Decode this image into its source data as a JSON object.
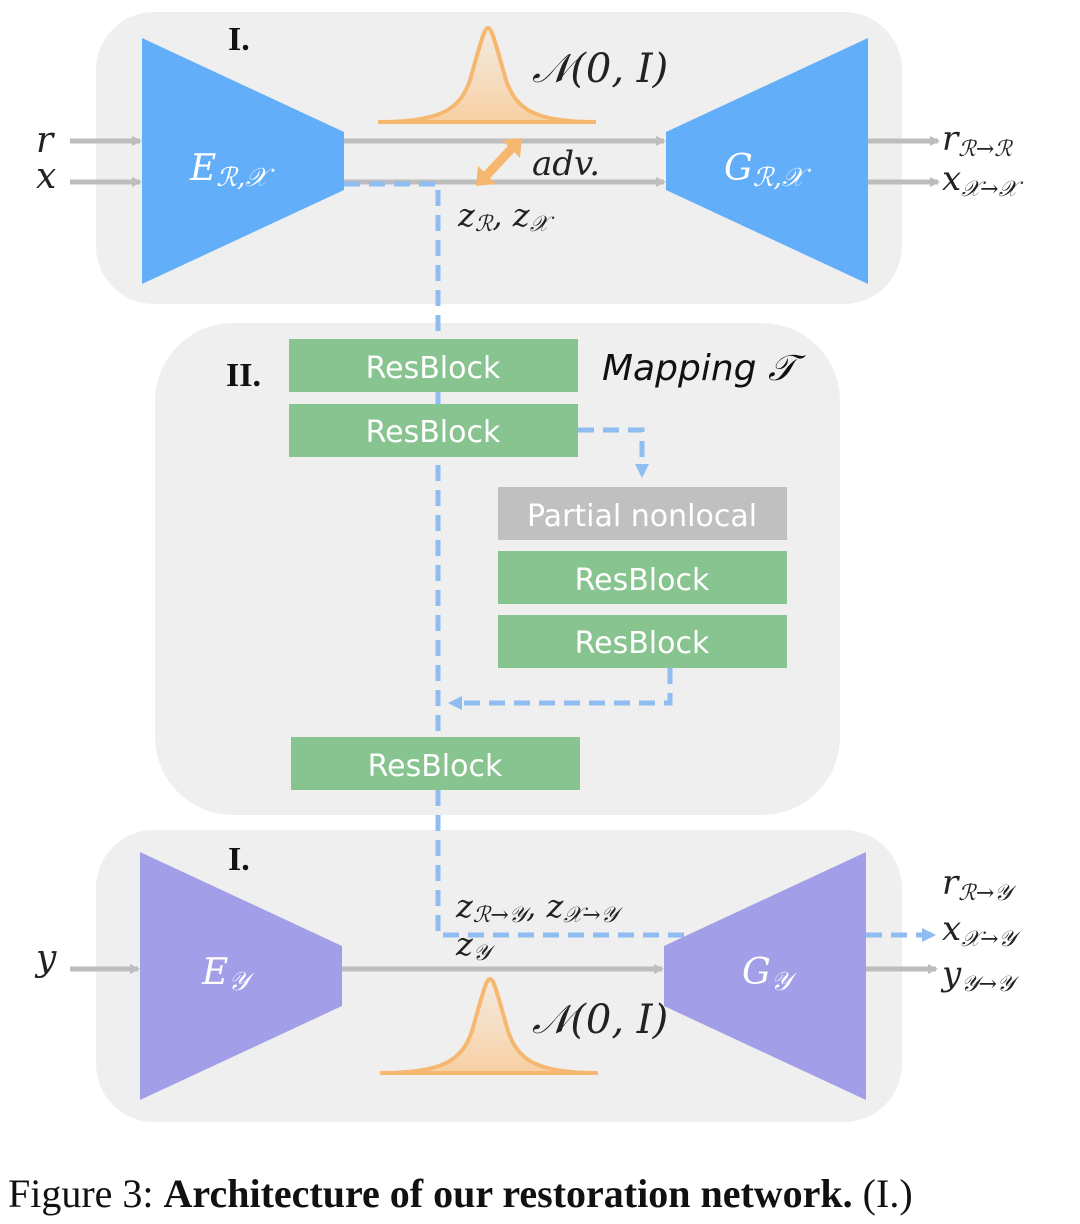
{
  "top_section": {
    "label": "I.",
    "distribution": "𝒩(0, I)",
    "encoder": "E",
    "encoder_sub": "ℛ,𝒳",
    "generator": "G",
    "generator_sub": "ℛ,𝒳",
    "input_r": "r",
    "input_x": "x",
    "adv": "adv.",
    "latent": "z",
    "latent_sub1": "ℛ",
    "latent_sep": ", z",
    "latent_sub2": "𝒳",
    "output_r": "r",
    "output_r_sub": "ℛ→ℛ",
    "output_x": "x",
    "output_x_sub": "𝒳→𝒳"
  },
  "mapping_section": {
    "label": "II.",
    "title": "Mapping 𝒯",
    "block1": "ResBlock",
    "block2": "ResBlock",
    "nonlocal": "Partial nonlocal",
    "block3": "ResBlock",
    "block4": "ResBlock",
    "block5": "ResBlock"
  },
  "bottom_section": {
    "label": "I.",
    "distribution": "𝒩(0, I)",
    "encoder": "E",
    "encoder_sub": "𝒴",
    "generator": "G",
    "generator_sub": "𝒴",
    "input_y": "y",
    "mapped_z1": "z",
    "mapped_sub1": "ℛ→𝒴",
    "mapped_sep": ", z",
    "mapped_sub2": "𝒳→𝒴",
    "latent": "z",
    "latent_sub": "𝒴",
    "output_r": "r",
    "output_r_sub": "ℛ→𝒴",
    "output_x": "x",
    "output_x_sub": "𝒳→𝒴",
    "output_y": "y",
    "output_y_sub": "𝒴→𝒴"
  },
  "caption": {
    "prefix": "Figure 3:",
    "bold": "Architecture of our restoration network.",
    "suffix": "(I.)"
  },
  "colors": {
    "top_trapezoid": "#62aef9",
    "bottom_trapezoid": "#a29ee7",
    "resblock": "#88c48f",
    "nonlocal": "#c0c0c0",
    "dashed_arrow": "#8fbdf2",
    "gaussian": "#f6b870",
    "panel": "#efefef",
    "gray_arrow": "#bdbdbd"
  }
}
